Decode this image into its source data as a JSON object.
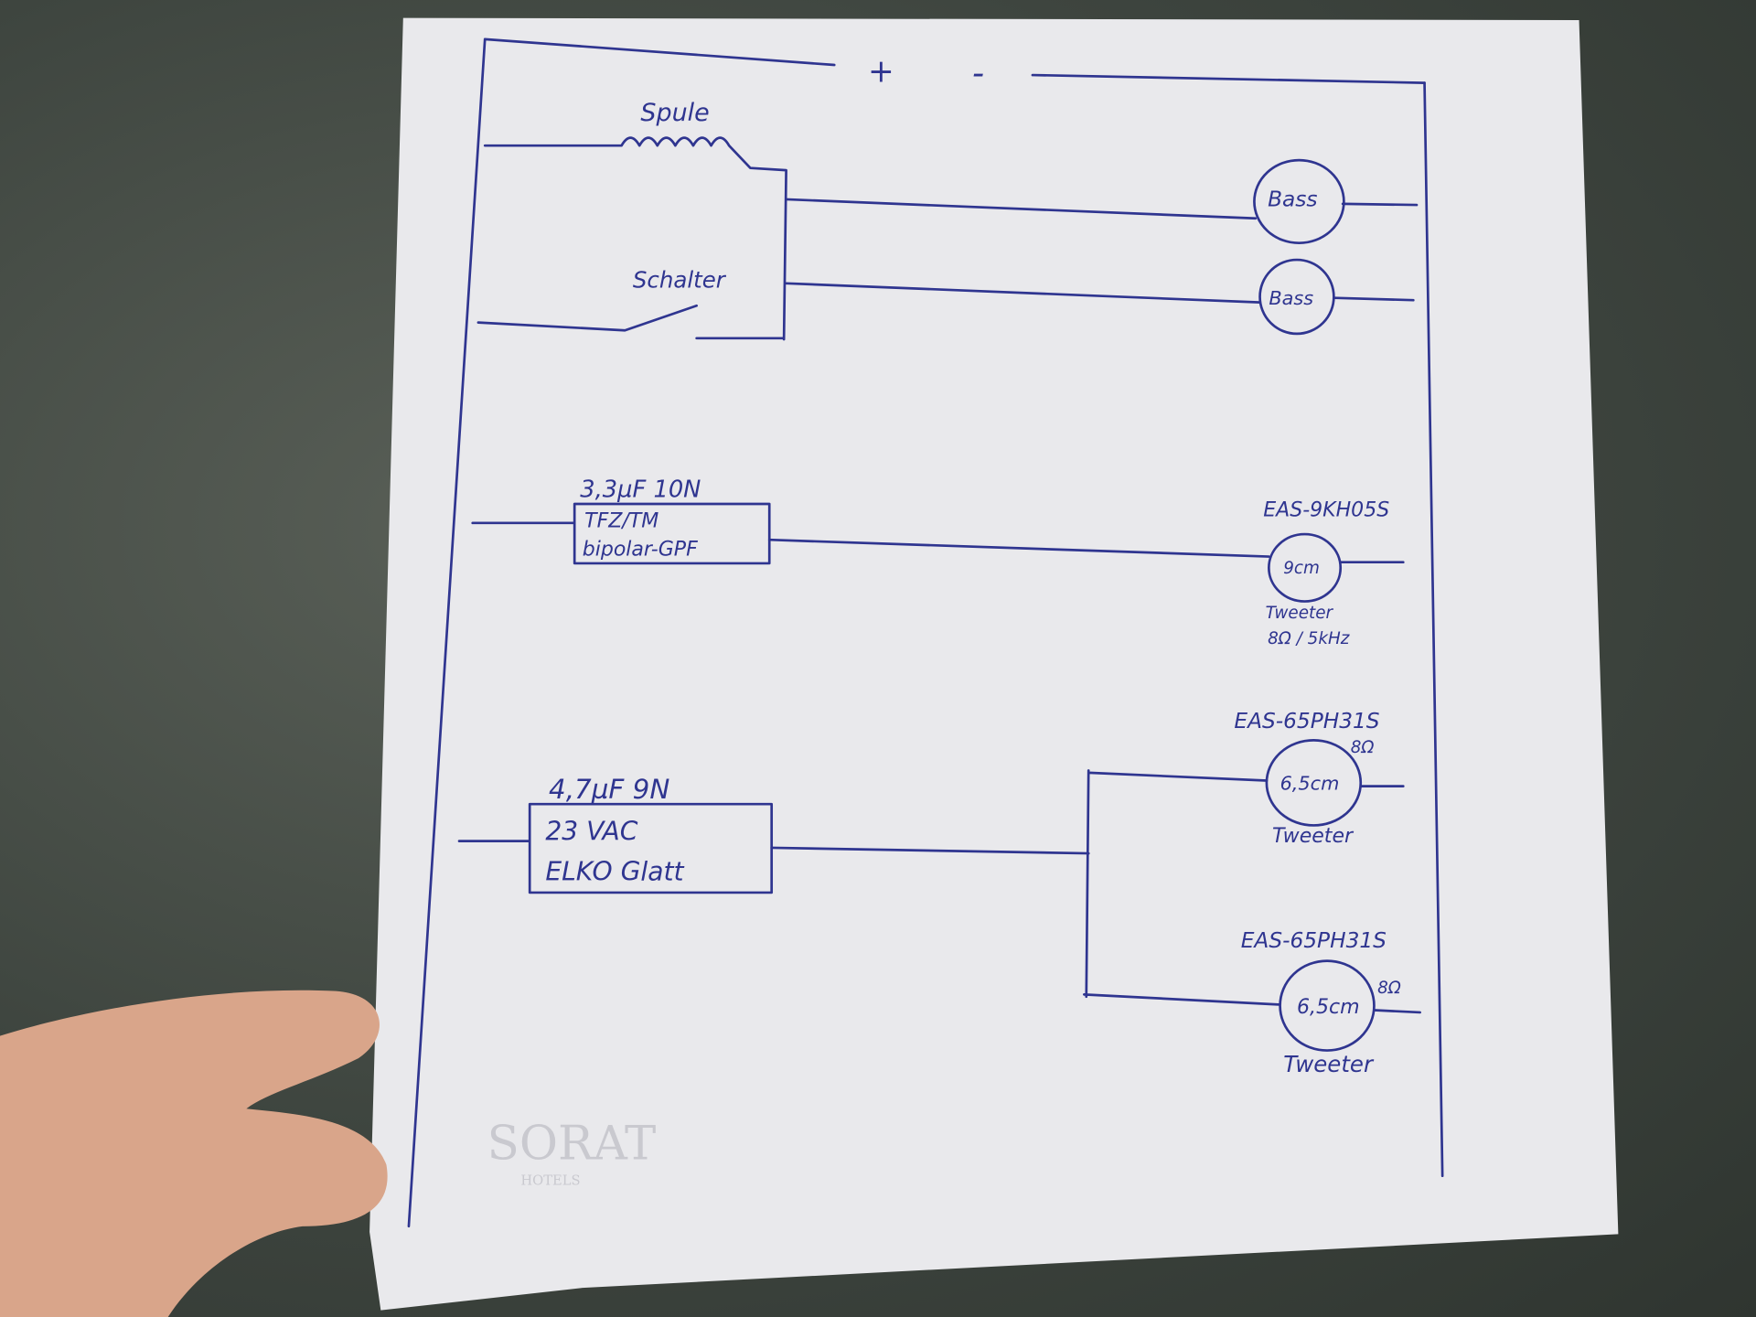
{
  "diagram": {
    "polarity": {
      "plus": "+",
      "minus": "-"
    },
    "coil": {
      "label": "Spule"
    },
    "switch": {
      "label": "Schalter"
    },
    "bass_1": {
      "label": "Bass"
    },
    "bass_2": {
      "label": "Bass"
    },
    "capacitor_1": {
      "value": "3,3µF 10N",
      "line1": "TFZ/TM",
      "line2": "bipolar-GPF"
    },
    "tweeter_1": {
      "model": "EAS-9KH05S",
      "size": "9cm",
      "type": "Tweeter",
      "spec": "8Ω / 5kHz"
    },
    "capacitor_2": {
      "value": "4,7µF 9N",
      "line1": "23 VAC",
      "line2": "ELKO Glatt"
    },
    "tweeter_2": {
      "model": "EAS-65PH31S",
      "impedance": "8Ω",
      "size": "6,5cm",
      "type": "Tweeter"
    },
    "tweeter_3": {
      "model": "EAS-65PH31S",
      "impedance": "8Ω",
      "size": "6,5cm",
      "type": "Tweeter"
    },
    "watermark": {
      "brand": "SORAT",
      "sub": "HOTELS"
    }
  },
  "colors": {
    "ink": "#2f3590",
    "paper": "#e9e9ec",
    "background": "#3e453f"
  }
}
